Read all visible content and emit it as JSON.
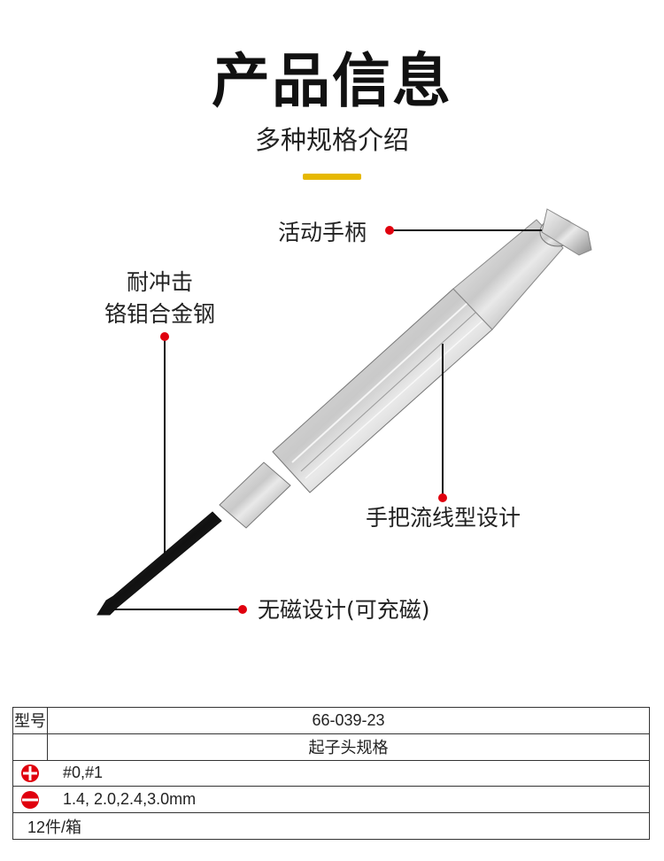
{
  "header": {
    "title": "产品信息",
    "subtitle": "多种规格介绍",
    "accent_color": "#e6b800"
  },
  "callouts": {
    "handle": "活动手柄",
    "material_line1": "耐冲击",
    "material_line2": "铬钼合金钢",
    "grip": "手把流线型设计",
    "tip": "无磁设计(可充磁)",
    "dot_color": "#e0000e"
  },
  "spec_table": {
    "model_label": "型号",
    "model_value": "66-039-23",
    "bit_spec_header": "起子头规格",
    "phillips_icon": "phillips-bit-icon",
    "phillips_value": "#0,#1",
    "slotted_icon": "slotted-bit-icon",
    "slotted_value": "1.4, 2.0,2.4,3.0mm",
    "packing": "12件/箱"
  }
}
